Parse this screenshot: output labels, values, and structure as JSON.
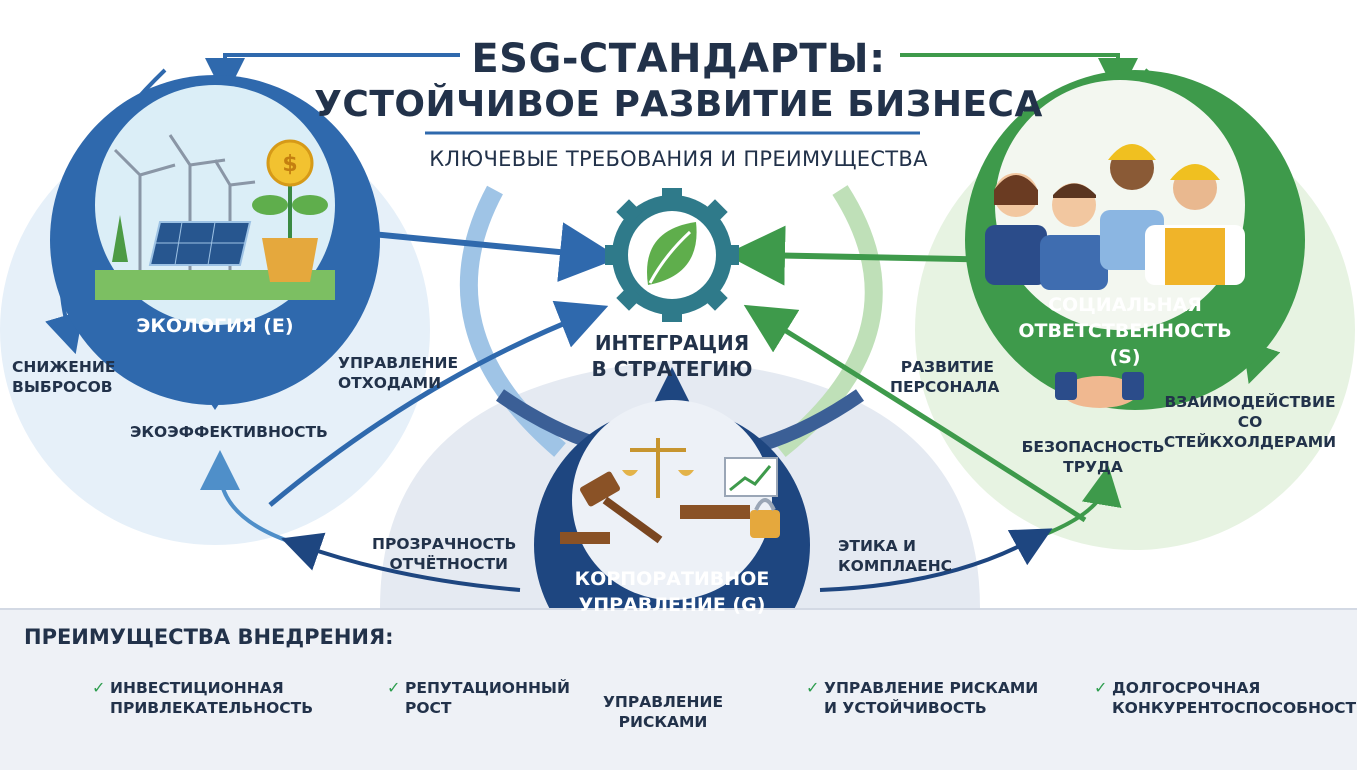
{
  "header": {
    "title_line1": "ESG-СТАНДАРТЫ:",
    "title_line2": "УСТОЙЧИВОЕ РАЗВИТИЕ БИЗНЕСА",
    "subtitle": "КЛЮЧЕВЫЕ ТРЕБОВАНИЯ И ПРЕИМУЩЕСТВА"
  },
  "center": {
    "line1": "ИНТЕГРАЦИЯ",
    "line2": "В СТРАТЕГИЮ",
    "icon": "gear-leaf-icon"
  },
  "ecology": {
    "label": "ЭКОЛОГИЯ (E)",
    "color": "#2f69ad",
    "items": [
      {
        "line1": "СНИЖЕНИЕ",
        "line2": "ВЫБРОСОВ"
      },
      {
        "line1": "УПРАВЛЕНИЕ",
        "line2": "ОТХОДАМИ"
      },
      {
        "line1": "ЭКОЭФФЕКТИВНОСТЬ",
        "line2": ""
      }
    ]
  },
  "social": {
    "label_line1": "СОЦИАЛЬНАЯ",
    "label_line2": "ОТВЕТСТВЕННОСТЬ (S)",
    "color": "#3e9a4b",
    "items": [
      {
        "line1": "РАЗВИТИЕ",
        "line2": "ПЕРСОНАЛА"
      },
      {
        "line1": "ВЗАИМОДЕЙСТВИЕ",
        "line2": "СО СТЕЙКХОЛДЕРАМИ"
      },
      {
        "line1": "БЕЗОПАСНОСТЬ",
        "line2": "ТРУДА"
      }
    ]
  },
  "governance": {
    "label_line1": "КОРПОРАТИВНОЕ",
    "label_line2": "УПРАВЛЕНИЕ (G)",
    "color": "#1e4680",
    "items": [
      {
        "line1": "ПРОЗРАЧНОСТЬ",
        "line2": "ОТЧЁТНОСТИ"
      },
      {
        "line1": "ЭТИКА И",
        "line2": "КОМПЛАЕНС"
      },
      {
        "line1": "УПРАВЛЕНИЕ",
        "line2": "РИСКАМИ"
      }
    ]
  },
  "benefits": {
    "title": "ПРЕИМУЩЕСТВА ВНЕДРЕНИЯ:",
    "check": "✓",
    "items": [
      {
        "line1": "ИНВЕСТИЦИОННАЯ",
        "line2": "ПРИВЛЕКАТЕЛЬНОСТЬ",
        "icon": "money-bag-chart-icon"
      },
      {
        "line1": "РЕПУТАЦИОННЫЙ",
        "line2": "РОСТ",
        "icon": "star-buildings-icon"
      },
      {
        "line1": "УПРАВЛЕНИЕ РИСКАМИ",
        "line2": "И УСТОЙЧИВОСТЬ",
        "icon": "umbrella-shield-icon"
      },
      {
        "line1": "ДОЛГОСРОЧНАЯ",
        "line2": "КОНКУРЕНТОСПОСОБНОСТЬ",
        "icon": "trophy-rocket-icon"
      }
    ]
  }
}
